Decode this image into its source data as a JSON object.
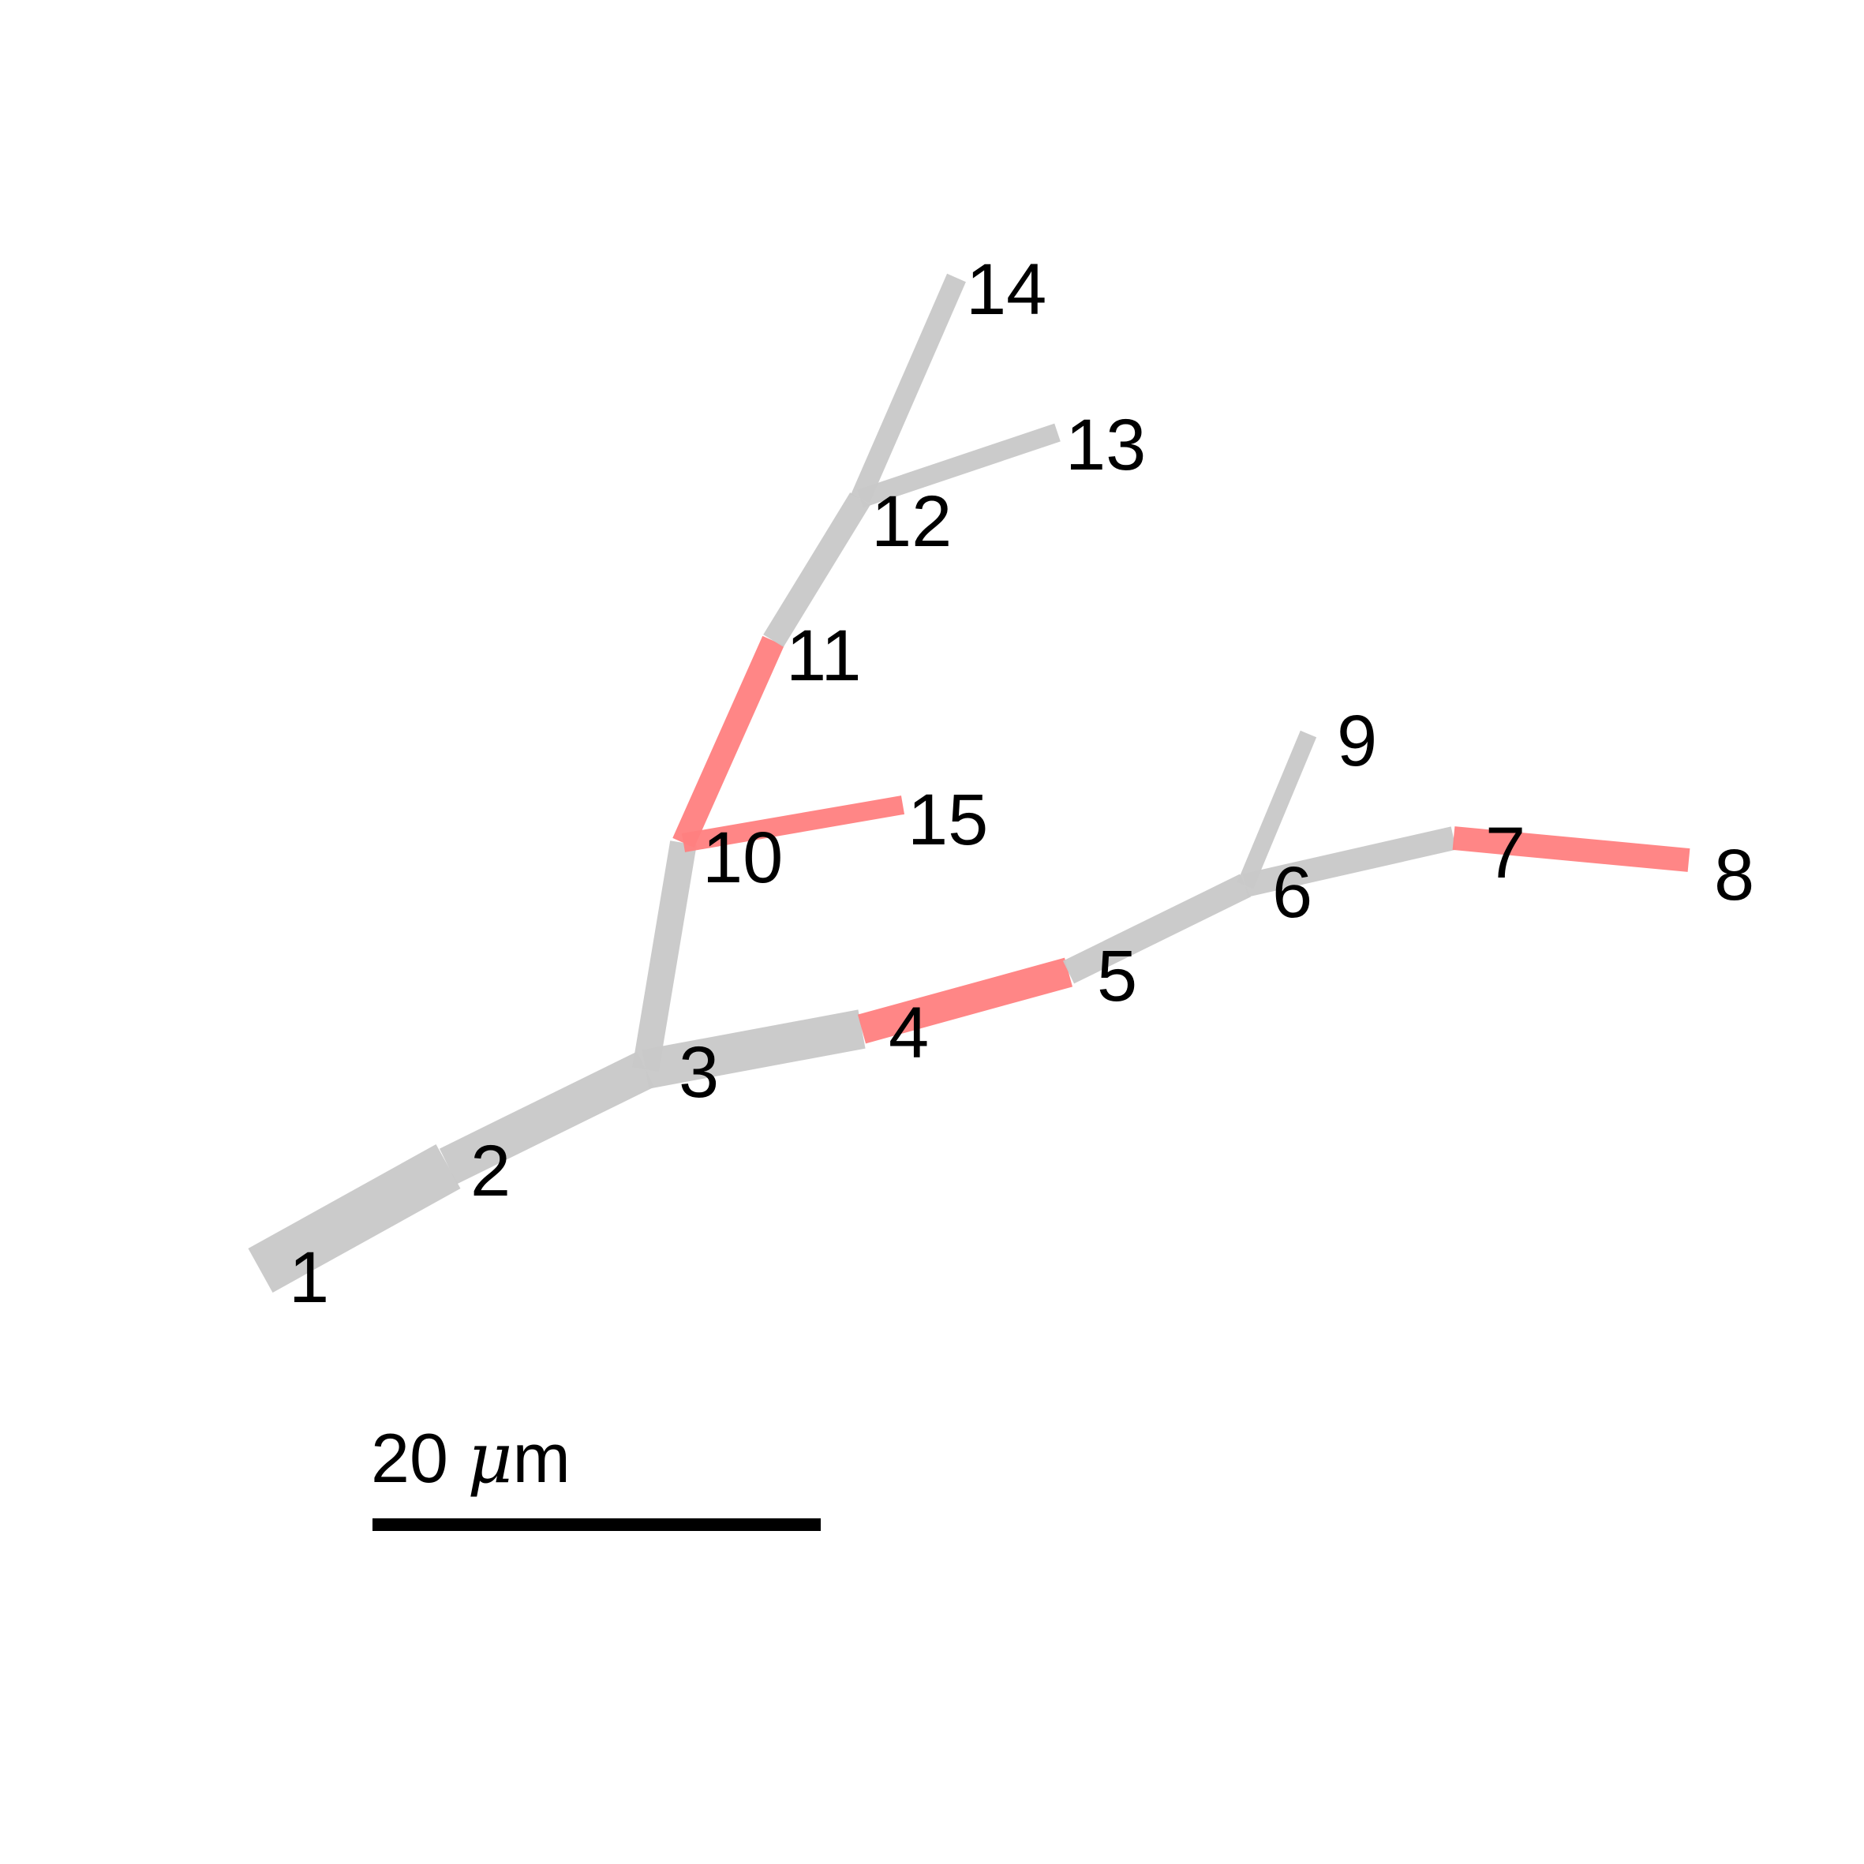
{
  "colors": {
    "background": "#ffffff",
    "segment_default": "#c8c8c8",
    "segment_highlight": "#ff7f7f",
    "text": "#000000",
    "scale_bar": "#000000"
  },
  "segments": [
    {
      "from": "1",
      "to": "2",
      "highlight": false
    },
    {
      "from": "2",
      "to": "3",
      "highlight": false
    },
    {
      "from": "3",
      "to": "4",
      "highlight": false
    },
    {
      "from": "4",
      "to": "5",
      "highlight": true
    },
    {
      "from": "5",
      "to": "6",
      "highlight": false
    },
    {
      "from": "6",
      "to": "7",
      "highlight": false
    },
    {
      "from": "7",
      "to": "8",
      "highlight": true
    },
    {
      "from": "6",
      "to": "9",
      "highlight": false
    },
    {
      "from": "3",
      "to": "10",
      "highlight": false
    },
    {
      "from": "10",
      "to": "11",
      "highlight": true
    },
    {
      "from": "11",
      "to": "12",
      "highlight": false
    },
    {
      "from": "12",
      "to": "13",
      "highlight": false
    },
    {
      "from": "12",
      "to": "14",
      "highlight": false
    },
    {
      "from": "10",
      "to": "15",
      "highlight": true
    }
  ],
  "node_labels": {
    "n1": "1",
    "n2": "2",
    "n3": "3",
    "n4": "4",
    "n5": "5",
    "n6": "6",
    "n7": "7",
    "n8": "8",
    "n9": "9",
    "n10": "10",
    "n11": "11",
    "n12": "12",
    "n13": "13",
    "n14": "14",
    "n15": "15"
  },
  "scale_bar": {
    "number": "20",
    "unit_symbol": "μ",
    "unit_suffix": "m",
    "length_um": 20
  }
}
